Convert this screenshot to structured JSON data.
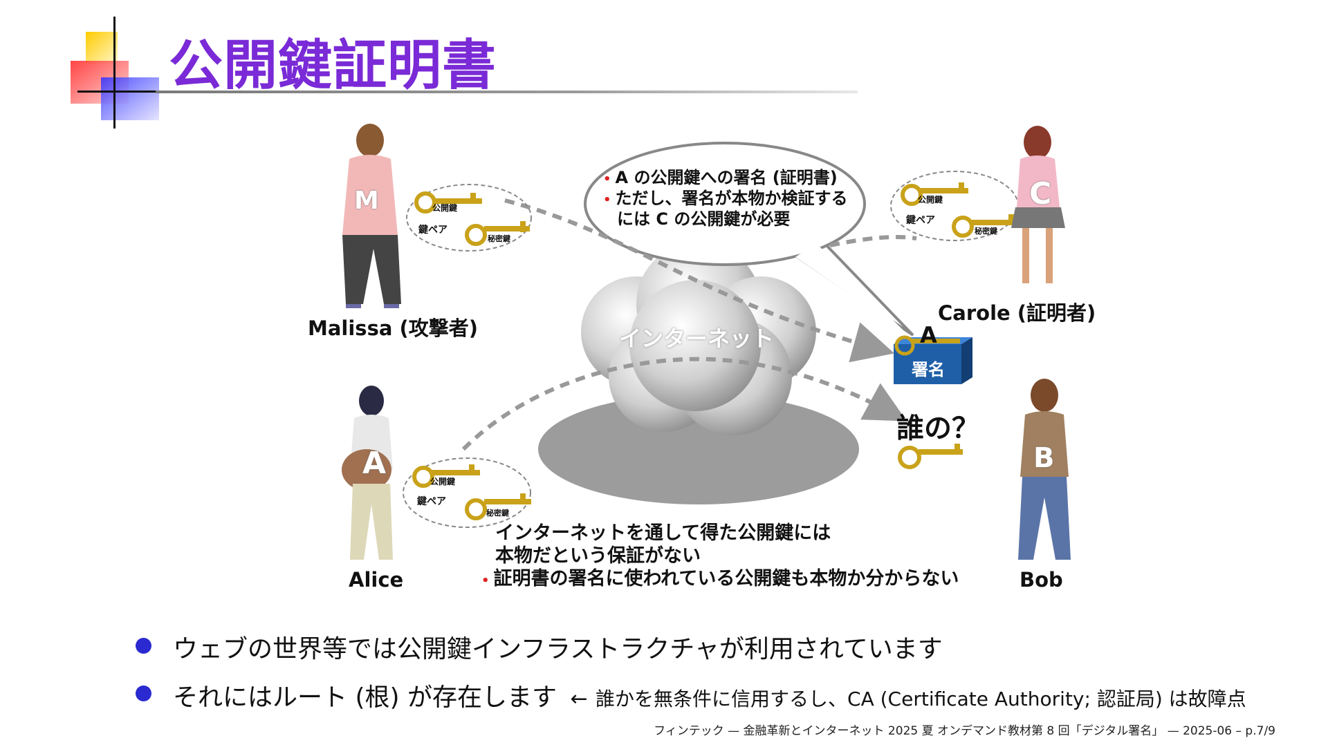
{
  "slide": {
    "title": "公開鍵証明書"
  },
  "figure": {
    "malissa_letter": "M",
    "malissa_label": "Malissa (攻撃者)",
    "carole_letter": "C",
    "carole_label": "Carole (証明者)",
    "alice_letter": "A",
    "alice_label": "Alice",
    "bob_letter": "B",
    "bob_label": "Bob",
    "public_key": "公開鍵",
    "private_key": "秘密鍵",
    "key_pair": "鍵ペア",
    "internet": "インターネット",
    "box_letter": "A",
    "box_label": "署名",
    "whose": "誰の？",
    "bubble_line1": "A の公開鍵への署名 (証明書)",
    "bubble_line2": "ただし、署名が本物か検証する",
    "bubble_line3": "には C の公開鍵が必要",
    "note_line1": "インターネットを通して得た公開鍵には",
    "note_line2": "本物だという保証がない",
    "note_line3": "証明書の署名に使われている公開鍵も本物か分からない"
  },
  "bullets": [
    {
      "text": "ウェブの世界等では公開鍵インフラストラクチャが利用されています"
    },
    {
      "text": "それにはルート (根) が存在します",
      "arrow": "←",
      "note": "誰かを無条件に信用するし、CA (Certificate Authority; 認証局) は故障点"
    }
  ],
  "footer": "フィンテック — 金融革新とインターネット 2025 夏 オンデマンド教材第 8 回「デジタル署名」 — 2025-06 – p.7/9",
  "colors": {
    "title": "#7a2ad6",
    "bullet": "#2a2ad0",
    "bubble_dot": "#dd2222",
    "box": "#1f5fa8",
    "key_gold": "#c9a21a"
  }
}
